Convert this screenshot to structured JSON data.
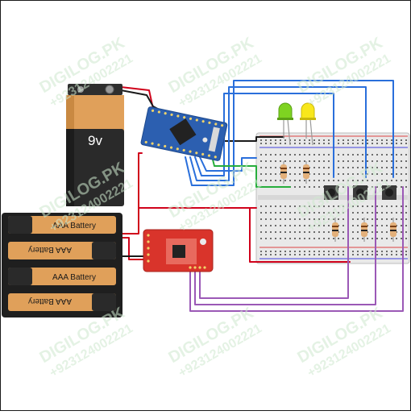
{
  "battery_9v": {
    "label": "9v"
  },
  "aaa_pack": {
    "cells": [
      {
        "label": "AAA Battery"
      },
      {
        "label": "AAA Battery"
      },
      {
        "label": "AAA Battery"
      },
      {
        "label": "AAA Battery"
      }
    ]
  },
  "leds": [
    {
      "color": "#7ed321"
    },
    {
      "color": "#f8e71c"
    }
  ],
  "watermark": {
    "brand": "DIGILOG.PK",
    "phone": "+923124002221"
  },
  "colors": {
    "wire_red": "#d0021b",
    "wire_black": "#1a1a1a",
    "wire_blue": "#2a6fdb",
    "wire_green": "#27ae3c",
    "wire_purple": "#9b59b6",
    "board_blue": "#2c5fb0",
    "module_red": "#d9342b",
    "battery_orange": "#e0a05a"
  }
}
